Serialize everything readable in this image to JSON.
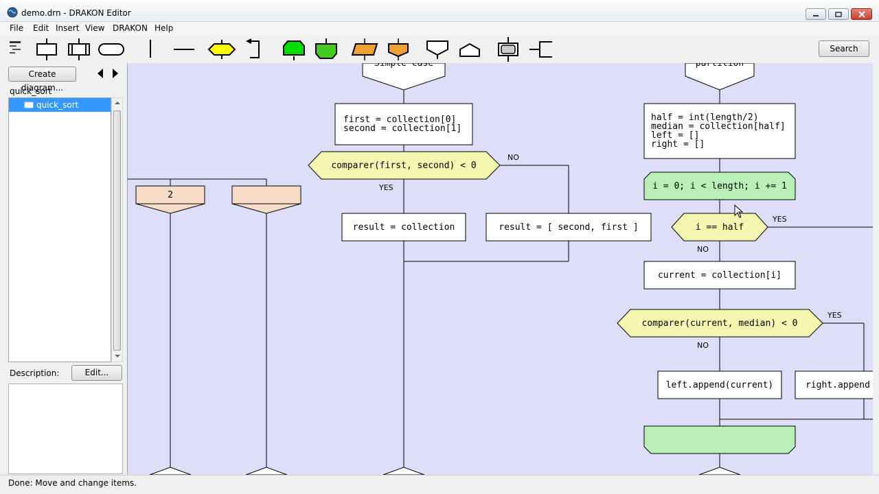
{
  "window": {
    "title": "demo.drn - DRAKON Editor"
  },
  "menu": {
    "items": [
      "File",
      "Edit",
      "Insert",
      "View",
      "DRAKON",
      "Help"
    ]
  },
  "toolbar": {
    "search_label": "Search"
  },
  "left_panel": {
    "create_button": "Create diagram...",
    "tree_root": "quick_sort",
    "tree_item": "quick_sort",
    "description_label": "Description:",
    "edit_button": "Edit..."
  },
  "status": {
    "text": "Done: Move and change items."
  },
  "diagram": {
    "header_left": "Simple case",
    "header_right": "partition",
    "action_first_second": [
      "first = collection[0]",
      "second = collection[1]"
    ],
    "question_compare": "comparer(first, second) < 0",
    "label_no_1": "NO",
    "label_yes_1": "YES",
    "action_result_collection": "result = collection",
    "action_result_swap": "result = [ second, first ]",
    "branch_2": "2",
    "branch_empty": "",
    "action_partition_init": [
      "half = int(length/2)",
      "median = collection[half]",
      "left = []",
      "right = []"
    ],
    "loop_start": "i = 0; i < length; i += 1",
    "question_half": "i == half",
    "label_yes_2": "YES",
    "label_no_2": "NO",
    "action_current": "current = collection[i]",
    "question_median": "comparer(current, median) < 0",
    "label_yes_3": "YES",
    "label_no_3": "NO",
    "action_left_append": "left.append(current)",
    "action_right_append": "right.append"
  },
  "colors": {
    "canvas": "#dcdff7",
    "question": "#f5f7b0",
    "loop": "#b8f0b8",
    "branch": "#f7dcc8",
    "selection": "#3399ff"
  }
}
